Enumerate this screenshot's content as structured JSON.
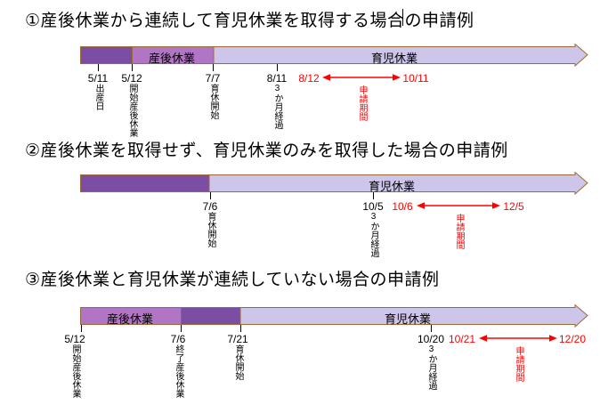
{
  "colors": {
    "dark_purple": "#7B4EA3",
    "medium_purple": "#B175C6",
    "light_purple": "#CEC5EB",
    "bar_outline": "#9C6B35",
    "red": "#FF0000",
    "text": "#000000"
  },
  "sections": [
    {
      "title": "①産後休業から連続して育児休業を取得する場合の申請例",
      "bar_labels": {
        "sango": "産後休業",
        "ikuji": "育児休業"
      },
      "markers": [
        {
          "date": "5/11",
          "label": "出産日"
        },
        {
          "date": "5/12",
          "label": "開始産後休業"
        },
        {
          "date": "7/7",
          "label": "育休開始"
        },
        {
          "date": "8/11",
          "label": "3か月経過"
        },
        {
          "date": "8/12"
        },
        {
          "date": "10/11"
        }
      ],
      "period_label": "申請期間"
    },
    {
      "title": "②産後休業を取得せず、育児休業のみを取得した場合の申請例",
      "bar_labels": {
        "ikuji": "育児休業"
      },
      "markers": [
        {
          "date": "7/6",
          "label": "育休開始"
        },
        {
          "date": "10/5",
          "label": "3か月経過"
        },
        {
          "date": "10/6"
        },
        {
          "date": "12/5"
        }
      ],
      "period_label": "申請期間"
    },
    {
      "title": "③産後休業と育児休業が連続していない場合の申請例",
      "bar_labels": {
        "sango": "産後休業",
        "ikuji": "育児休業"
      },
      "markers": [
        {
          "date": "5/12",
          "label": "開始産後休業"
        },
        {
          "date": "7/6",
          "label": "終了産後休業"
        },
        {
          "date": "7/21",
          "label": "育休開始"
        },
        {
          "date": "10/20",
          "label": "3か月経過"
        },
        {
          "date": "10/21"
        },
        {
          "date": "12/20"
        }
      ],
      "period_label": "申請期間"
    }
  ]
}
